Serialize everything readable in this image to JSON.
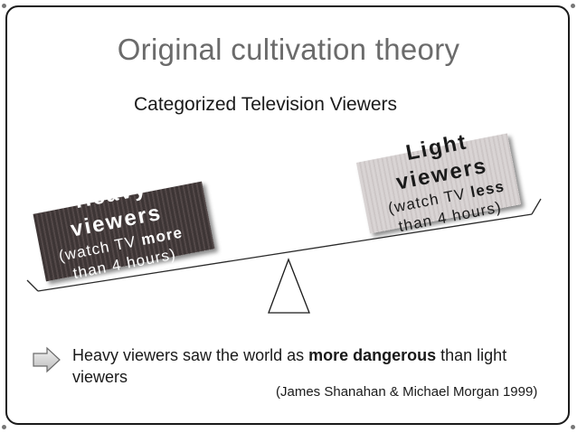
{
  "slide": {
    "title": "Original cultivation theory",
    "subtitle": "Categorized Television Viewers"
  },
  "heavy_box": {
    "line1": "Heavy",
    "line2": "viewers",
    "line3_pre": "(watch TV ",
    "line3_bold": "more",
    "line4": "than 4 hours)"
  },
  "light_box": {
    "line1": "Light",
    "line2": "viewers",
    "line3_pre": "(watch TV ",
    "line3_bold": "less",
    "line4": "than 4 hours)"
  },
  "conclusion": {
    "pre": "Heavy viewers saw the world as ",
    "bold": "more dangerous",
    "post": " than light viewers"
  },
  "citation": "(James Shanahan & Michael Morgan 1999)",
  "icons": {
    "bullet": "arrow-right-icon"
  },
  "colors": {
    "title": "#6b6b6b",
    "heavy_box": "#3d3535",
    "light_box": "#d9d4d4",
    "border": "#1a1a1a"
  }
}
